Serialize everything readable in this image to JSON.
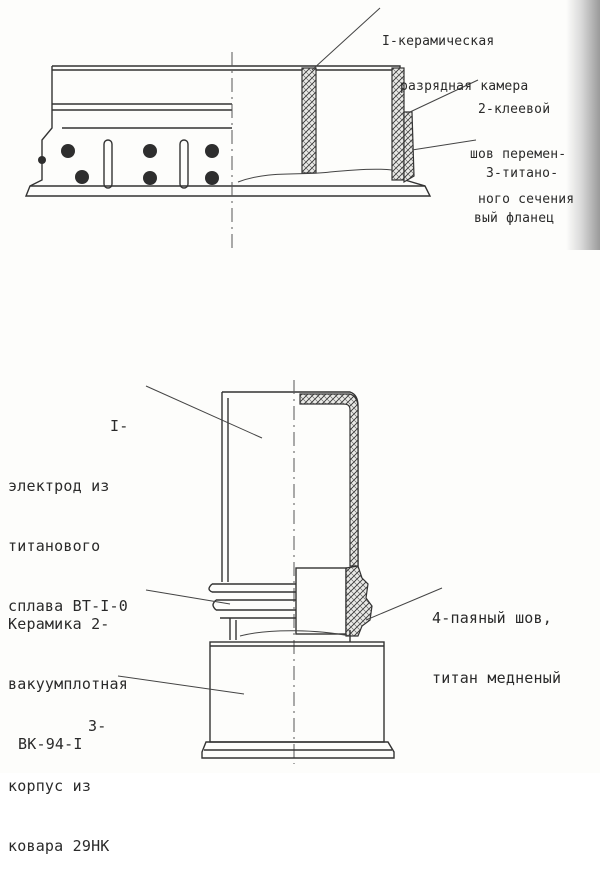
{
  "figure_top": {
    "label_1": [
      "I-керамическая",
      "разрядная камера"
    ],
    "label_2": [
      "2-клеевой",
      "шов перемен-",
      "ного сечения"
    ],
    "label_3": [
      "3-титано-",
      "вый фланец"
    ]
  },
  "figure_bottom": {
    "label_1": [
      "I-",
      "электрод из",
      "титанового",
      "сплава ВТ-I-0"
    ],
    "label_2": [
      "Керамика 2-",
      "вакуумплотная",
      "ВК-94-I"
    ],
    "label_3": [
      "3-",
      "корпус из",
      "ковара 29НК"
    ],
    "label_4": [
      "4-паяный шов,",
      "титан медненый"
    ]
  }
}
